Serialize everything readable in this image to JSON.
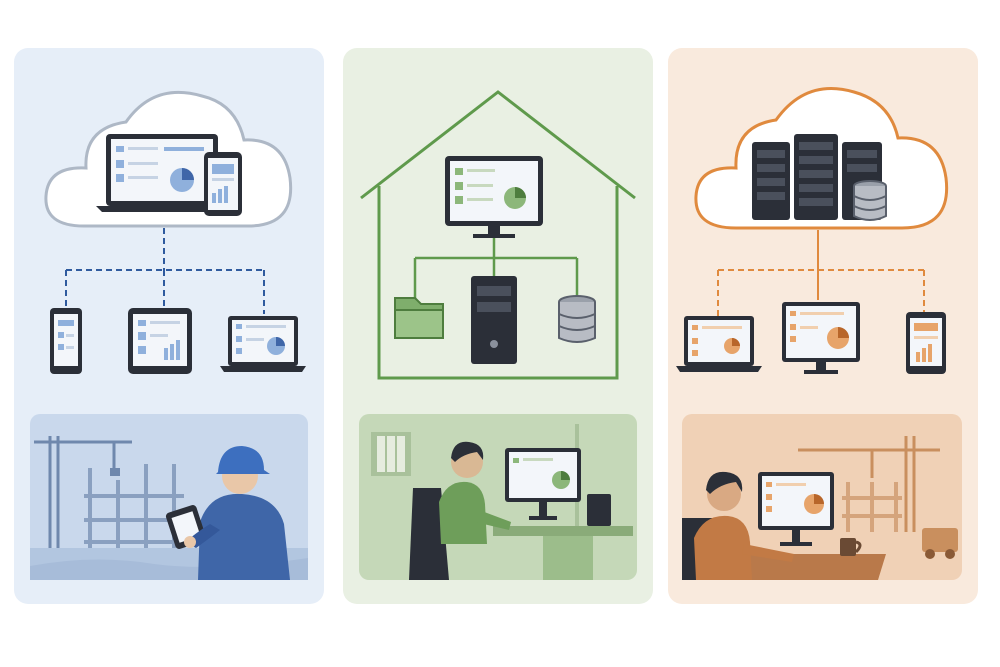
{
  "panels": [
    {
      "id": "cloud-saas",
      "accent": "#2f5a9e",
      "fill": "#e6eef8",
      "scene_fill": "#c9d8ec"
    },
    {
      "id": "on-premise",
      "accent": "#5f9a4c",
      "fill": "#e9f0e3",
      "scene_fill": "#c5d8b8"
    },
    {
      "id": "hosted-cloud",
      "accent": "#e08a3e",
      "fill": "#f9eadd",
      "scene_fill": "#f0d1b6"
    }
  ],
  "colors": {
    "device_dark": "#2b2f38",
    "screen": "#f3f6fa",
    "blue_ui": "#8fb0dc",
    "green_ui": "#8cb77a",
    "orange_ui": "#e7a46a",
    "worker_jacket": "#3f66a8",
    "helmet": "#3d6fbf"
  },
  "icons": [
    "cloud-icon",
    "laptop-icon",
    "tablet-icon",
    "phone-icon",
    "house-icon",
    "monitor-icon",
    "folder-icon",
    "server-tower-icon",
    "database-icon",
    "server-rack-icon",
    "crane-icon",
    "building-icon",
    "mug-icon",
    "truck-icon"
  ]
}
